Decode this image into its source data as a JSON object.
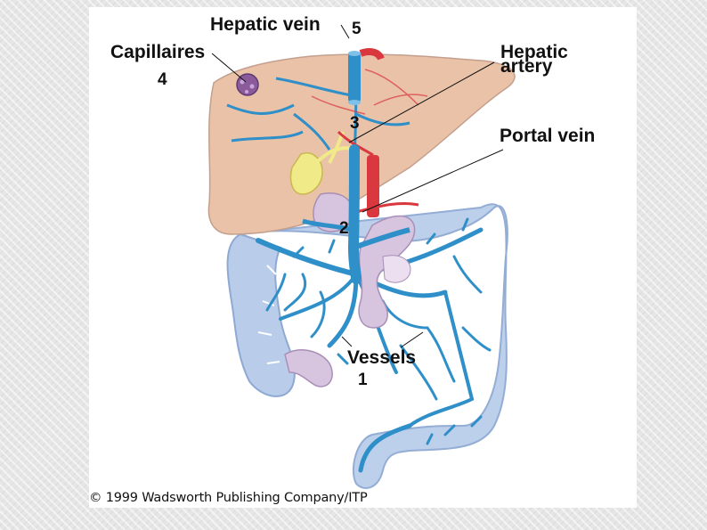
{
  "labels": {
    "hepatic_vein": "Hepatic vein",
    "hepatic_vein_num": "5",
    "capillaires": "Capillaires",
    "capillaires_num": "4",
    "hepatic_artery_line1": "Hepatic",
    "hepatic_artery_line2": "artery",
    "portal_vein": "Portal vein",
    "num_3": "3",
    "num_2": "2",
    "vessels": "Vessels",
    "vessels_num": "1"
  },
  "copyright": "© 1999 Wadsworth Publishing Company/ITP",
  "colors": {
    "liver": "#e9c2a8",
    "vein": "#2f8fc9",
    "artery": "#d9383f",
    "intestine": "#b9cdea",
    "stomach": "#d7c4de",
    "bile": "#f1ea88"
  }
}
